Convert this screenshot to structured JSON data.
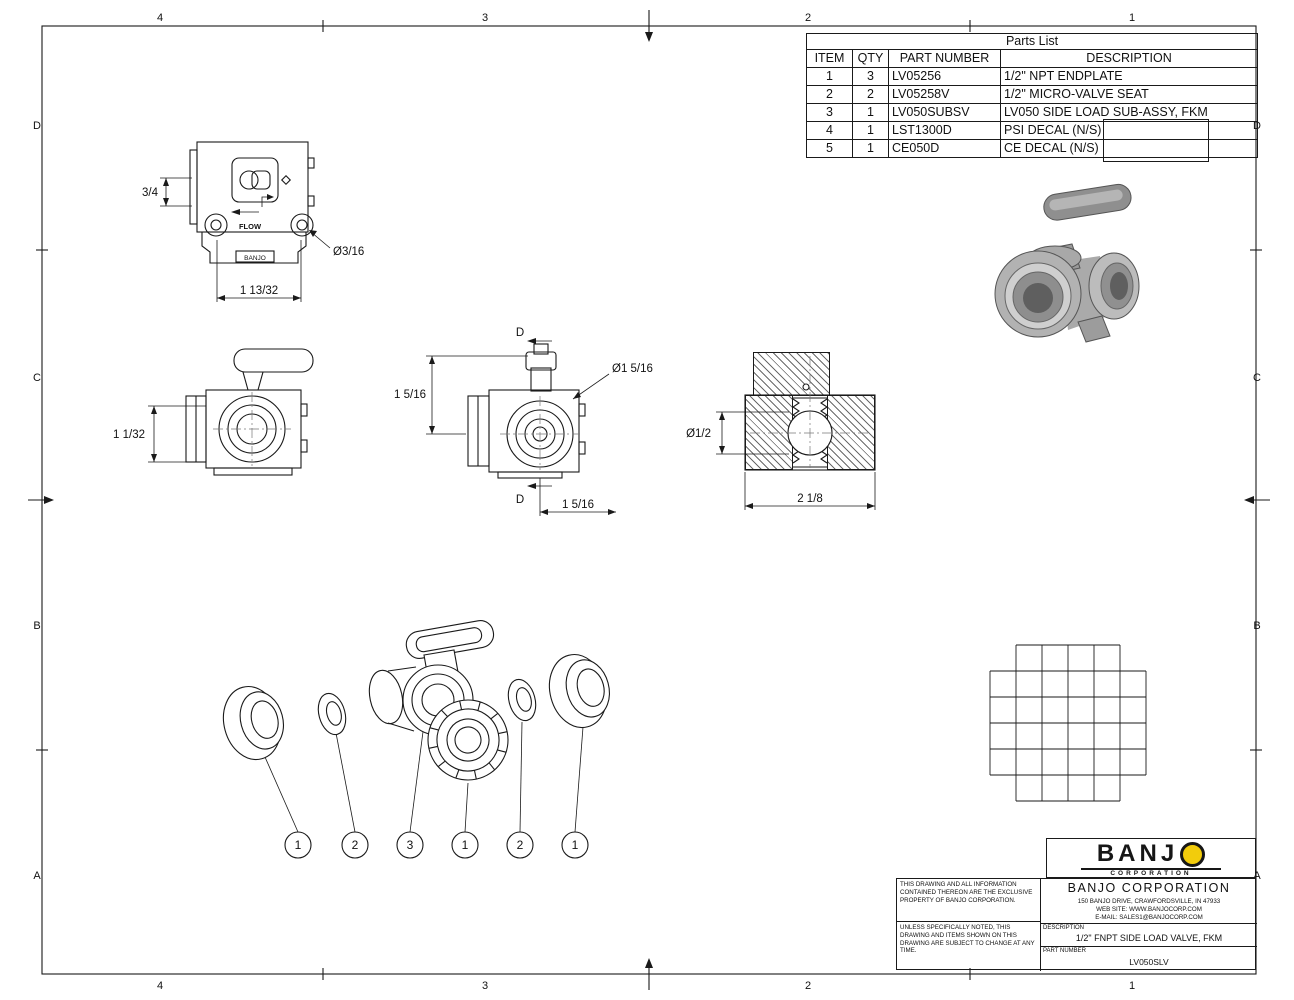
{
  "zones": {
    "top": [
      "4",
      "3",
      "2",
      "1"
    ],
    "bottom": [
      "4",
      "3",
      "2",
      "1"
    ],
    "left": [
      "D",
      "C",
      "B",
      "A"
    ],
    "right": [
      "D",
      "C",
      "B",
      "A"
    ]
  },
  "parts_list": {
    "title": "Parts List",
    "headers": [
      "ITEM",
      "QTY",
      "PART NUMBER",
      "DESCRIPTION"
    ],
    "rows": [
      [
        "1",
        "3",
        "LV05256",
        "1/2\" NPT ENDPLATE"
      ],
      [
        "2",
        "2",
        "LV05258V",
        "1/2\" MICRO-VALVE SEAT"
      ],
      [
        "3",
        "1",
        "LV050SUBSV",
        "LV050 SIDE LOAD SUB-ASSY, FKM"
      ],
      [
        "4",
        "1",
        "LST1300D",
        "PSI DECAL (N/S)"
      ],
      [
        "5",
        "1",
        "CE050D",
        "CE DECAL (N/S)"
      ]
    ]
  },
  "views": {
    "top_view": {
      "dim_height": "3/4",
      "flow_label": "FLOW",
      "hole_dia": "Ø3/16",
      "dim_width": "1 13/32",
      "brand_mark": "BANJO"
    },
    "front_view": {
      "dim_height": "1 1/32"
    },
    "section_view": {
      "section_label_top": "D",
      "section_label_bottom": "D",
      "dim_height": "1 5/16",
      "port_dia": "Ø1 5/16",
      "dim_width": "1 5/16"
    },
    "cross_section_view": {
      "bore_dia": "Ø1/2",
      "dim_width": "2 1/8"
    }
  },
  "balloons": [
    "1",
    "2",
    "3",
    "1",
    "2",
    "1"
  ],
  "title_block": {
    "logo": {
      "letters": "BANJ",
      "o": "O",
      "sub": "CORPORATION"
    },
    "company": "BANJO CORPORATION",
    "address": "150 BANJO DRIVE, CRAWFORDSVILLE, IN 47933",
    "website": "WEB SITE: WWW.BANJOCORP.COM",
    "email": "E-MAIL: SALES1@BANJOCORP.COM",
    "description_label": "DESCRIPTION",
    "description": "1/2\" FNPT SIDE LOAD VALVE, FKM",
    "part_number_label": "PART NUMBER",
    "part_number": "LV050SLV",
    "legal_1": "THIS DRAWING AND ALL INFORMATION CONTAINED THEREON ARE THE EXCLUSIVE PROPERTY OF BANJO CORPORATION.",
    "legal_2": "UNLESS SPECIFICALLY NOTED, THIS DRAWING AND ITEMS SHOWN ON THIS DRAWING ARE SUBJECT TO CHANGE AT ANY TIME."
  },
  "colors": {
    "line": "#1a1a1a",
    "accent_yellow": "#f2cc0c",
    "paper": "#ffffff"
  }
}
